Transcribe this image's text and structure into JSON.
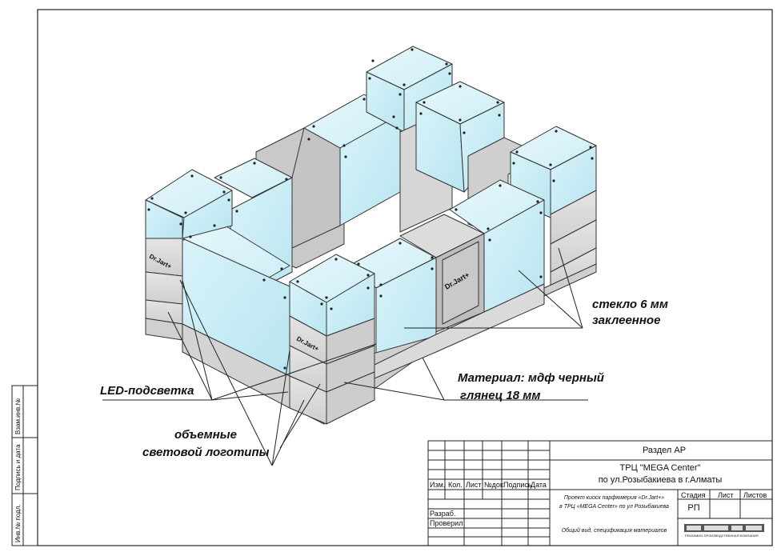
{
  "annotations": {
    "glass_line1": "стекло 6 мм",
    "glass_line2": "заклеенное",
    "material_line1": "Материал: мдф черный",
    "material_line2": "глянец 18 мм",
    "led": "LED-подсветка",
    "logos_line1": "объемные",
    "logos_line2": "световой логотипы"
  },
  "logo_text": "Dr.Jart+",
  "side_stamp": {
    "inv_orig": "Инв.№ подл.",
    "sign_date": "Подпись и дата",
    "vzam": "Взам.инв.№"
  },
  "title_block": {
    "section": "Раздел АР",
    "object_line1": "ТРЦ \"MEGA Center\"",
    "object_line2": "по ул.Розыбакиева в г.Алматы",
    "columns": [
      "Изм.",
      "Кол.",
      "Лист",
      "№док.",
      "Подпись",
      "Дата"
    ],
    "project_line1": "Проект киоск парфюмерия «Dr.Jart+»",
    "project_line2": "в ТРЦ «MEGA Center» по ул Розыбакиева",
    "sheet_desc": "Общий вид, спецификация материалов",
    "stage_header": "Стадия",
    "sheet_header": "Лист",
    "sheets_header": "Листов",
    "stage_value": "РП",
    "developed": "Разраб.",
    "checked": "Проверил",
    "company_caption": "РЕКЛАМНО-ПРОИЗВОДСТВЕННАЯ КОМПАНИЯ"
  }
}
